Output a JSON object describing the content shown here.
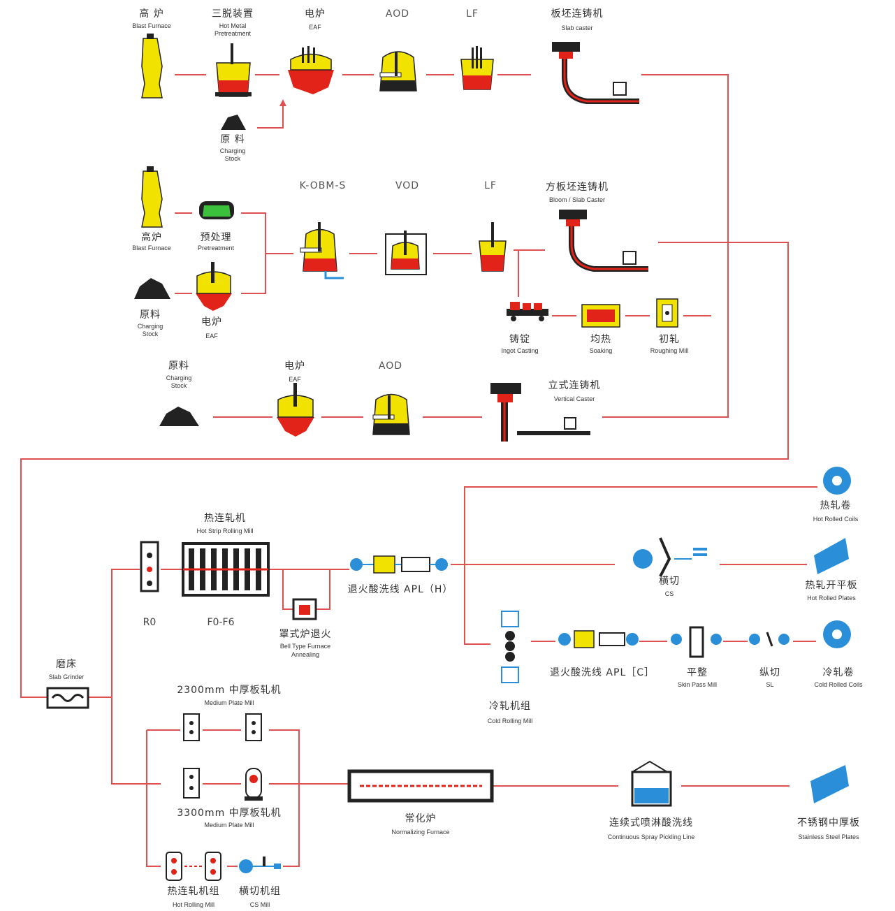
{
  "labels": {
    "bf1_zh": "高 炉",
    "bf1_en": "Blast Furnace",
    "pre1_zh": "三脱装置",
    "pre1_en1": "Hot Metal",
    "pre1_en2": "Pretreatment",
    "eaf1_zh": "电炉",
    "eaf1_en": "EAF",
    "aod1": "AOD",
    "lf1": "LF",
    "slab_zh": "板坯连铸机",
    "slab_en": "Slab caster",
    "cs1_zh": "原 料",
    "cs1_en1": "Charging",
    "cs1_en2": "Stock",
    "kobm": "K-OBM-S",
    "vod": "VOD",
    "lf2": "LF",
    "bloom_zh": "方板坯连铸机",
    "bloom_en": "Bloom / Slab Caster",
    "bf2_zh": "高炉",
    "bf2_en": "Blast Furnace",
    "pre2_zh": "预处理",
    "pre2_en": "Pretreatment",
    "cs2_zh": "原料",
    "cs2_en1": "Charging",
    "cs2_en2": "Stock",
    "eaf2_zh": "电炉",
    "eaf2_en": "EAF",
    "ingot_zh": "铸锭",
    "ingot_en": "Ingot Casting",
    "soak_zh": "均热",
    "soak_en": "Soaking",
    "rough_zh": "初轧",
    "rough_en": "Roughing Mill",
    "cs3_zh": "原料",
    "cs3_en1": "Charging",
    "cs3_en2": "Stock",
    "eaf3_zh": "电炉",
    "eaf3_en": "EAF",
    "aod3": "AOD",
    "vert_zh": "立式连铸机",
    "vert_en": "Vertical Caster",
    "hsm_zh": "热连轧机",
    "hsm_en": "Hot Strip Rolling Mill",
    "r0": "R0",
    "f0f6": "F0-F6",
    "bell_zh": "罩式炉退火",
    "bell_en1": "Bell Type Furnace",
    "bell_en2": "Annealing",
    "aplh": "退火酸洗线 APL（H）",
    "hrc_zh": "热轧卷",
    "hrc_en": "Hot Rolled Coils",
    "csh_zh": "横切",
    "csh_en": "CS",
    "hrp_zh": "热轧开平板",
    "hrp_en": "Hot Rolled Plates",
    "crm_zh": "冷轧机组",
    "crm_en": "Cold Rolling Mill",
    "aplc": "退火酸洗线 APL［C］",
    "spm_zh": "平整",
    "spm_en": "Skin Pass Mill",
    "sl_zh": "纵切",
    "sl_en": "SL",
    "crc_zh": "冷轧卷",
    "crc_en": "Cold Rolled Coils",
    "grind_zh": "磨床",
    "grind_en": "Slab Grinder",
    "m2300_zh": "2300mm 中厚板轧机",
    "m2300_en": "Medium Plate Mill",
    "m3300_zh": "3300mm 中厚板轧机",
    "m3300_en": "Medium Plate Mill",
    "norm_zh": "常化炉",
    "norm_en": "Normalizing Furnace",
    "spray_zh": "连续式喷淋酸洗线",
    "spray_en": "Continuous Spray Pickling Line",
    "ssp_zh": "不锈钢中厚板",
    "ssp_en": "Stainless Steel Plates",
    "hrm_zh": "热连轧机组",
    "hrm_en": "Hot Rolling Mill",
    "csm_zh": "横切机组",
    "csm_en": "CS Mill"
  },
  "colors": {
    "flow_line": "#e05050",
    "vessel": "#f2e200",
    "steel": "#e2231a",
    "coil": "#2a8fd8",
    "outline": "#222222"
  }
}
